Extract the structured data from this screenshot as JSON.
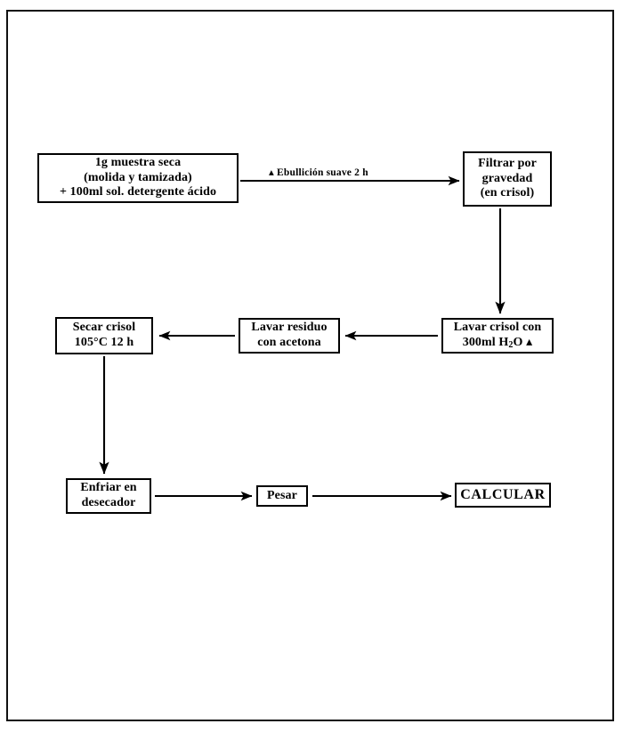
{
  "document": {
    "kind": "flowchart",
    "language": "es",
    "frame_color": "#111111",
    "node_border_color": "#000000",
    "background_color": "#ffffff",
    "text_color": "#000000"
  },
  "nodes": [
    {
      "id": "sample",
      "name": "sample-preparation-box",
      "lines": [
        "1g muestra seca",
        "(molida y tamizada)",
        "+ 100ml sol. detergente ácido"
      ]
    },
    {
      "id": "filter",
      "name": "filter-box",
      "lines": [
        "Filtrar por",
        "gravedad",
        "(en crisol)"
      ]
    },
    {
      "id": "wash-crucible",
      "name": "wash-crucible-box",
      "lines": [
        "Lavar crisol con",
        "300ml H2O ▴"
      ],
      "line2_html": "300ml H<sub>2</sub>O ▴"
    },
    {
      "id": "wash-residue",
      "name": "wash-residue-box",
      "lines": [
        "Lavar residuo",
        "con acetona"
      ]
    },
    {
      "id": "dry",
      "name": "dry-crucible-box",
      "lines": [
        "Secar crisol",
        "105°C 12 h"
      ]
    },
    {
      "id": "cool",
      "name": "cool-desiccator-box",
      "lines": [
        "Enfriar en",
        "desecador"
      ]
    },
    {
      "id": "weigh",
      "name": "weigh-box",
      "lines": [
        "Pesar"
      ]
    },
    {
      "id": "calculate",
      "name": "calculate-box",
      "lines": [
        "CALCULAR"
      ]
    }
  ],
  "edges": [
    {
      "id": "e1",
      "from": "sample",
      "to": "filter",
      "direction": "right",
      "label": "▴ Ebullición suave 2 h"
    },
    {
      "id": "e2",
      "from": "filter",
      "to": "wash-crucible",
      "direction": "down",
      "label": ""
    },
    {
      "id": "e3",
      "from": "wash-crucible",
      "to": "wash-residue",
      "direction": "left",
      "label": ""
    },
    {
      "id": "e4",
      "from": "wash-residue",
      "to": "dry",
      "direction": "left",
      "label": ""
    },
    {
      "id": "e5",
      "from": "dry",
      "to": "cool",
      "direction": "down",
      "label": ""
    },
    {
      "id": "e6",
      "from": "cool",
      "to": "weigh",
      "direction": "right",
      "label": ""
    },
    {
      "id": "e7",
      "from": "weigh",
      "to": "calculate",
      "direction": "right",
      "label": ""
    }
  ],
  "labels": {
    "boiling": "▴ Ebullición suave 2 h"
  }
}
